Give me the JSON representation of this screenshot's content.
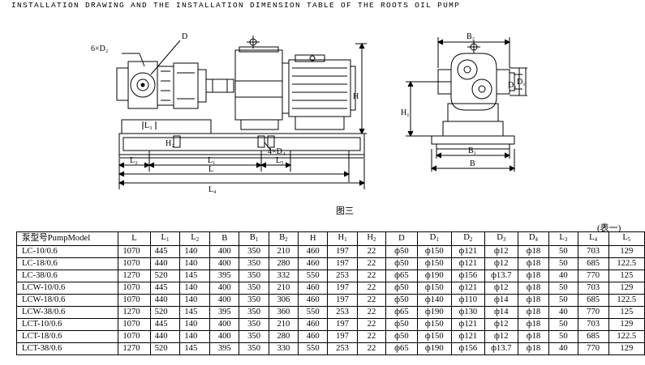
{
  "header": {
    "title": "INSTALLATION DRAWING AND THE INSTALLATION DIMENSION TABLE OF THE ROOTS OIL PUMP"
  },
  "drawing": {
    "labels": {
      "flange_holes": "6×D₂",
      "d": "D",
      "h": "H",
      "l3": "L₃",
      "h2": "H₂",
      "d4": "4×D₄",
      "l2": "L₂",
      "l1": "L₁",
      "l5": "L₅",
      "l": "L",
      "l4": "L₄",
      "b2": "B₂",
      "d3": "D₃",
      "d1": "D₁",
      "h1": "H₁",
      "b1": "B₁",
      "b": "B"
    },
    "caption": "图三"
  },
  "table": {
    "label": "(表一)",
    "headers": [
      {
        "main": "泵型号PumpModel",
        "sub": ""
      },
      {
        "main": "L",
        "sub": ""
      },
      {
        "main": "L",
        "sub": "1"
      },
      {
        "main": "L",
        "sub": "2"
      },
      {
        "main": "B",
        "sub": ""
      },
      {
        "main": "B",
        "sub": "1"
      },
      {
        "main": "B",
        "sub": "2"
      },
      {
        "main": "H",
        "sub": ""
      },
      {
        "main": "H",
        "sub": "1"
      },
      {
        "main": "H",
        "sub": "2"
      },
      {
        "main": "D",
        "sub": ""
      },
      {
        "main": "D",
        "sub": "1"
      },
      {
        "main": "D",
        "sub": "2"
      },
      {
        "main": "D",
        "sub": "3"
      },
      {
        "main": "D",
        "sub": "4"
      },
      {
        "main": "L",
        "sub": "3"
      },
      {
        "main": "L",
        "sub": "4"
      },
      {
        "main": "L",
        "sub": "5"
      }
    ],
    "rows": [
      [
        "LC-10/0.6",
        "1070",
        "445",
        "140",
        "400",
        "350",
        "210",
        "460",
        "197",
        "22",
        "ф50",
        "ф150",
        "ф121",
        "ф12",
        "ф18",
        "50",
        "703",
        "129"
      ],
      [
        "LC-18/0.6",
        "1070",
        "440",
        "140",
        "400",
        "350",
        "280",
        "460",
        "197",
        "22",
        "ф50",
        "ф150",
        "ф121",
        "ф12",
        "ф18",
        "50",
        "685",
        "122.5"
      ],
      [
        "LC-38/0.6",
        "1270",
        "520",
        "145",
        "395",
        "350",
        "332",
        "550",
        "253",
        "22",
        "ф65",
        "ф190",
        "ф156",
        "ф13.7",
        "ф18",
        "40",
        "770",
        "125"
      ],
      [
        "LCW-10/0.6",
        "1070",
        "445",
        "140",
        "400",
        "350",
        "210",
        "460",
        "197",
        "22",
        "ф50",
        "ф150",
        "ф121",
        "ф12",
        "ф18",
        "50",
        "703",
        "129"
      ],
      [
        "LCW-18/0.6",
        "1070",
        "440",
        "140",
        "400",
        "350",
        "306",
        "460",
        "197",
        "22",
        "ф50",
        "ф140",
        "ф110",
        "ф14",
        "ф18",
        "50",
        "685",
        "122.5"
      ],
      [
        "LCW-38/0.6",
        "1270",
        "520",
        "145",
        "395",
        "350",
        "360",
        "550",
        "253",
        "22",
        "ф65",
        "ф190",
        "ф130",
        "ф14",
        "ф18",
        "40",
        "770",
        "125"
      ],
      [
        "LCT-10/0.6",
        "1070",
        "445",
        "140",
        "400",
        "350",
        "210",
        "460",
        "197",
        "22",
        "ф50",
        "ф150",
        "ф121",
        "ф12",
        "ф18",
        "50",
        "703",
        "129"
      ],
      [
        "LCT-18/0.6",
        "1070",
        "440",
        "140",
        "400",
        "350",
        "280",
        "460",
        "197",
        "22",
        "ф50",
        "ф150",
        "ф121",
        "ф12",
        "ф18",
        "50",
        "685",
        "122.5"
      ],
      [
        "LCT-38/0.6",
        "1270",
        "520",
        "145",
        "395",
        "350",
        "330",
        "550",
        "253",
        "22",
        "ф65",
        "ф190",
        "ф156",
        "ф13.7",
        "ф18",
        "40",
        "770",
        "129"
      ]
    ]
  }
}
